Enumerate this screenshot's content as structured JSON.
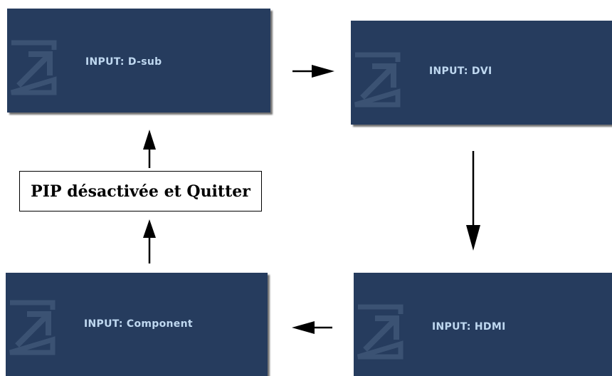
{
  "screens": {
    "dsub": {
      "label": "INPUT: D-sub",
      "icon": "input-icon"
    },
    "dvi": {
      "label": "INPUT: DVI",
      "icon": "input-icon"
    },
    "hdmi": {
      "label": "INPUT: HDMI",
      "icon": "input-icon"
    },
    "component": {
      "label": "INPUT: Component",
      "icon": "input-icon"
    }
  },
  "center_box": {
    "label": "PIP désactivée et Quitter"
  },
  "colors": {
    "osd_background": "#263c5e",
    "osd_text": "#bfd8f0",
    "icon_stroke": "#3b5273",
    "arrow": "#000000"
  },
  "flow": [
    {
      "from": "dsub",
      "to": "dvi"
    },
    {
      "from": "dvi",
      "to": "hdmi"
    },
    {
      "from": "hdmi",
      "to": "component"
    },
    {
      "from": "component",
      "to": "pip-exit"
    },
    {
      "from": "pip-exit",
      "to": "dsub"
    }
  ]
}
